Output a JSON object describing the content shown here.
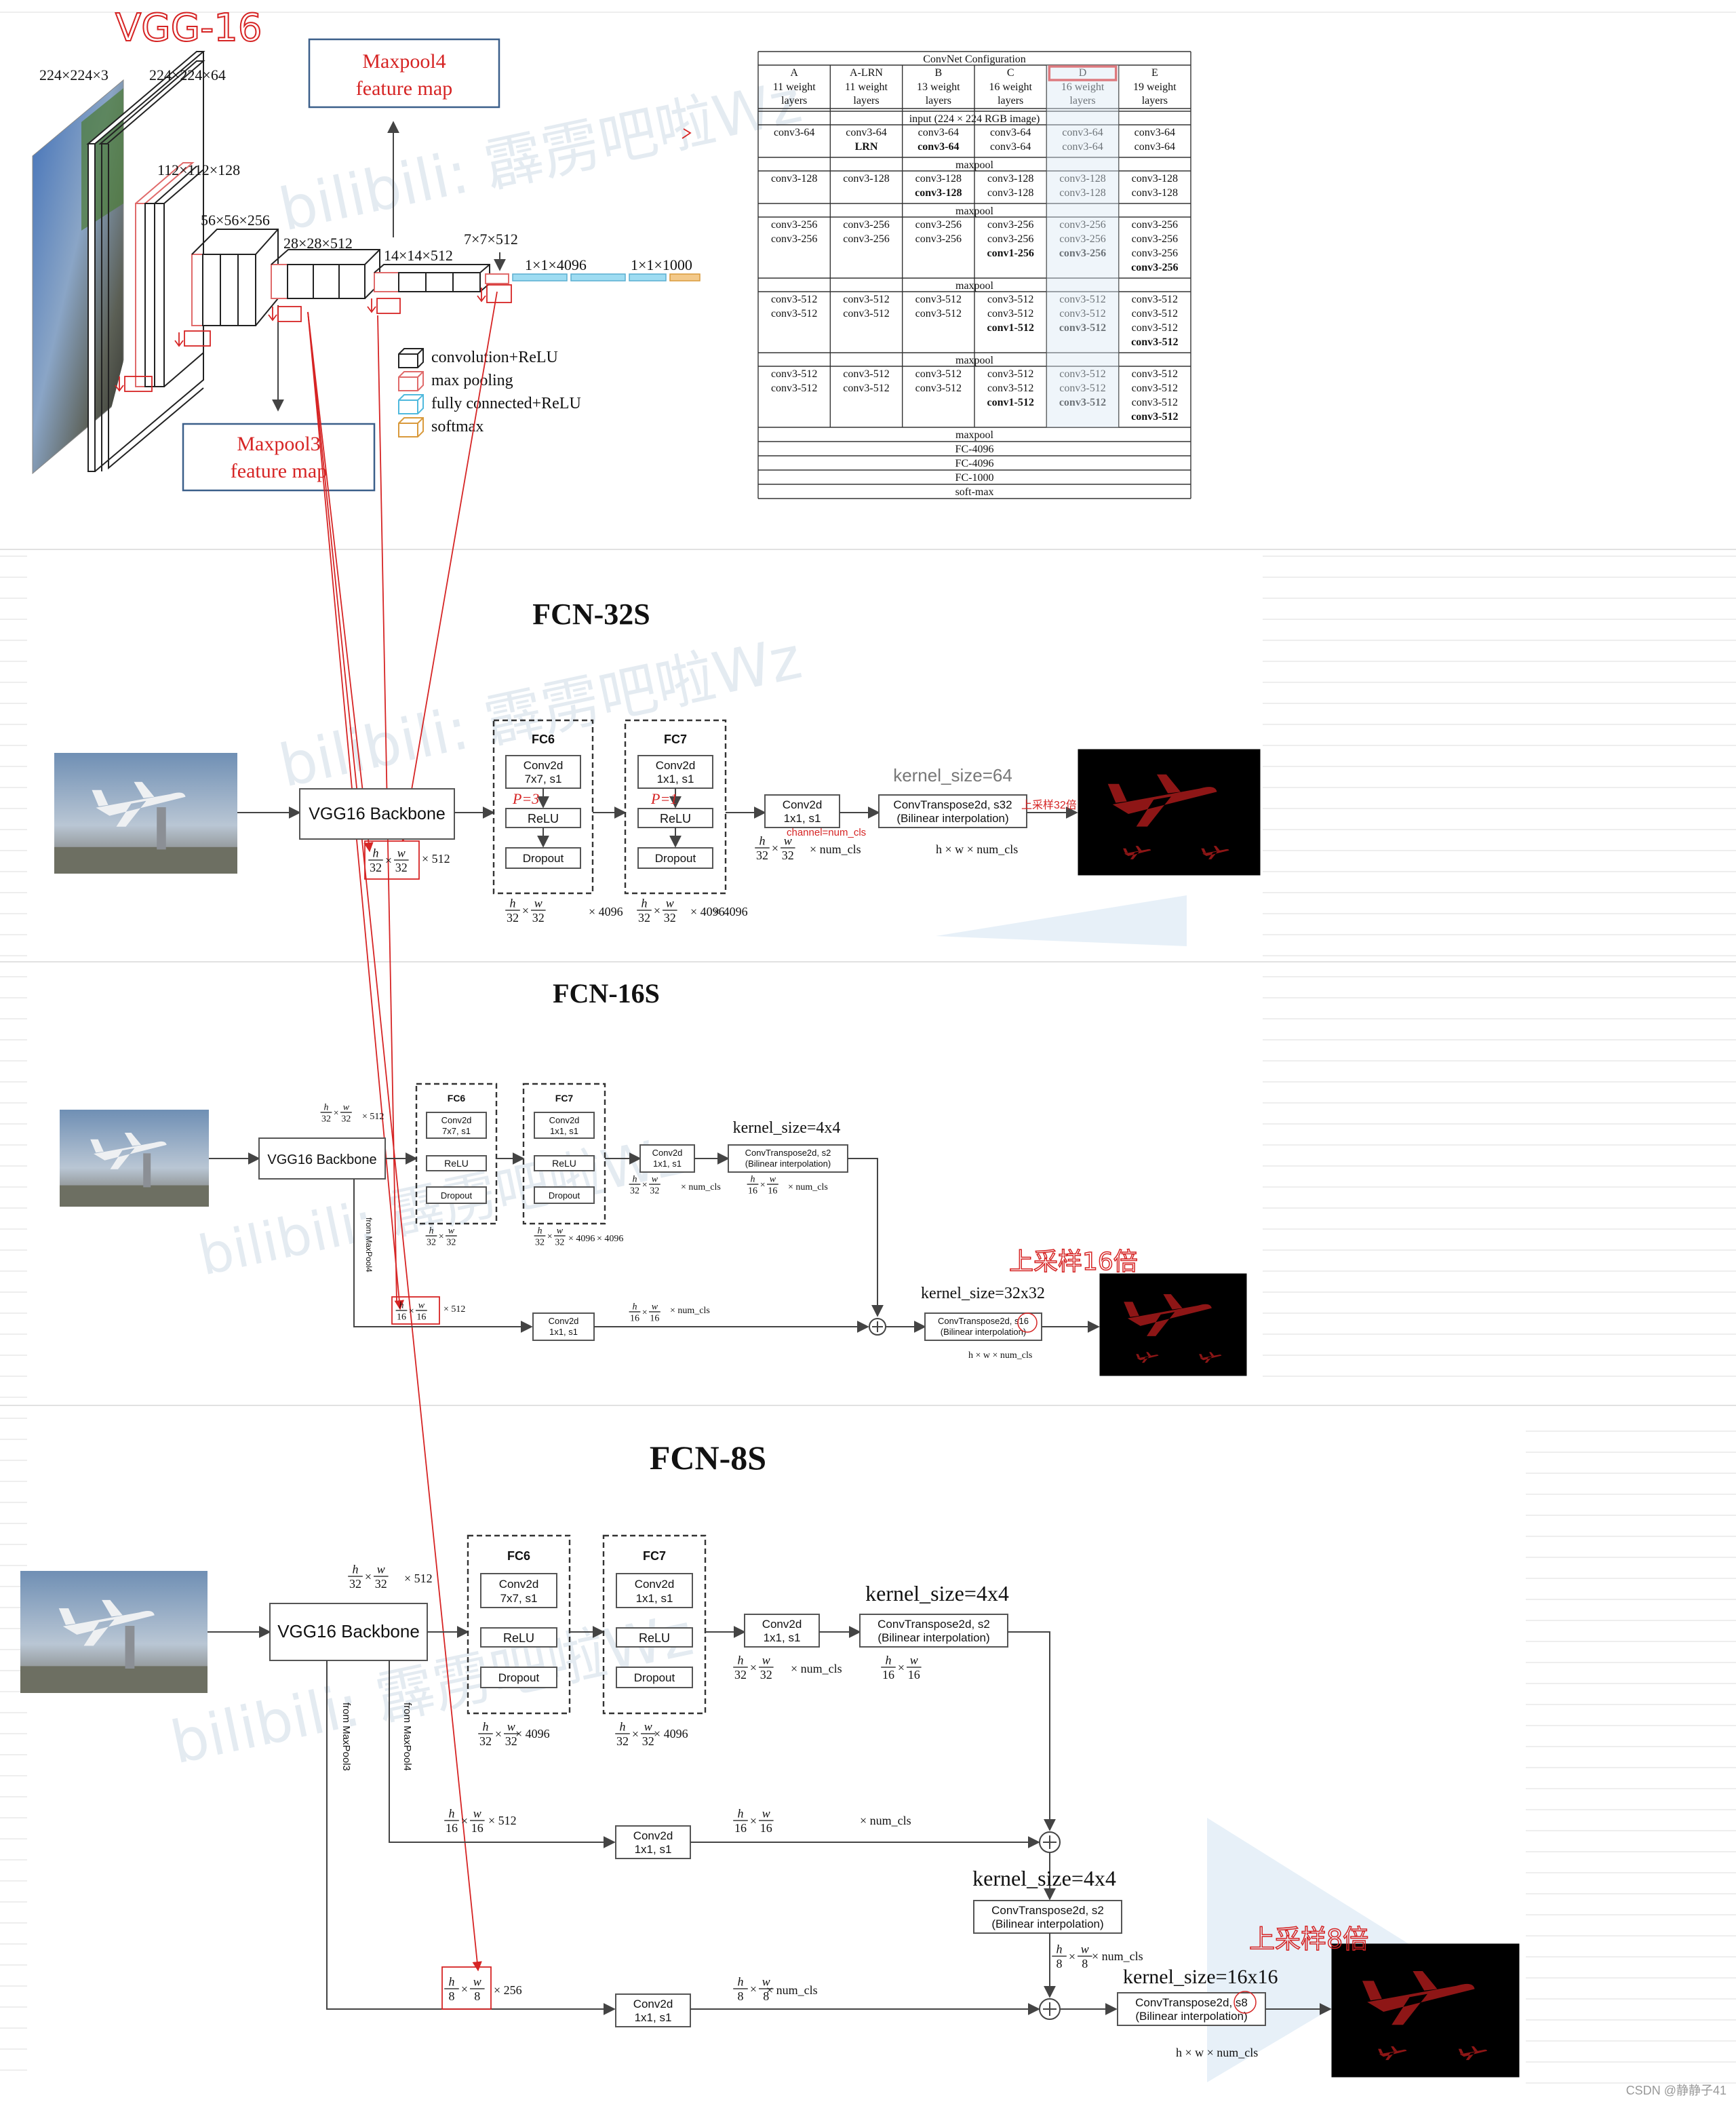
{
  "vgg": {
    "handwritten_title": "VGG-16",
    "dims": [
      "224×224×3",
      "224×224×64",
      "112×112×128",
      "56×56×256",
      "28×28×512",
      "14×14×512",
      "7×7×512",
      "1×1×4096",
      "1×1×1000"
    ],
    "maxpool4_label": [
      "Maxpool4",
      "feature map"
    ],
    "maxpool3_label": [
      "Maxpool3",
      "feature map"
    ],
    "legend": [
      "convolution+ReLU",
      "max pooling",
      "fully connected+ReLU",
      "softmax"
    ]
  },
  "convnet_table": {
    "title": "ConvNet Configuration",
    "columns": [
      {
        "name": "A",
        "desc": [
          "11 weight",
          "layers"
        ]
      },
      {
        "name": "A-LRN",
        "desc": [
          "11 weight",
          "layers"
        ]
      },
      {
        "name": "B",
        "desc": [
          "13 weight",
          "layers"
        ]
      },
      {
        "name": "C",
        "desc": [
          "16 weight",
          "layers"
        ]
      },
      {
        "name": "D",
        "desc": [
          "16 weight",
          "layers"
        ]
      },
      {
        "name": "E",
        "desc": [
          "19 weight",
          "layers"
        ]
      }
    ],
    "input_row": "input (224 × 224 RGB image)",
    "blocks": [
      [
        [
          "conv3-64"
        ],
        [
          "conv3-64",
          "LRN"
        ],
        [
          "conv3-64",
          "conv3-64"
        ],
        [
          "conv3-64",
          "conv3-64"
        ],
        [
          "conv3-64",
          "conv3-64"
        ],
        [
          "conv3-64",
          "conv3-64"
        ]
      ],
      [
        [
          "conv3-128"
        ],
        [
          "conv3-128"
        ],
        [
          "conv3-128",
          "conv3-128"
        ],
        [
          "conv3-128",
          "conv3-128"
        ],
        [
          "conv3-128",
          "conv3-128"
        ],
        [
          "conv3-128",
          "conv3-128"
        ]
      ],
      [
        [
          "conv3-256",
          "conv3-256"
        ],
        [
          "conv3-256",
          "conv3-256"
        ],
        [
          "conv3-256",
          "conv3-256"
        ],
        [
          "conv3-256",
          "conv3-256",
          "conv1-256"
        ],
        [
          "conv3-256",
          "conv3-256",
          "conv3-256"
        ],
        [
          "conv3-256",
          "conv3-256",
          "conv3-256",
          "conv3-256"
        ]
      ],
      [
        [
          "conv3-512",
          "conv3-512"
        ],
        [
          "conv3-512",
          "conv3-512"
        ],
        [
          "conv3-512",
          "conv3-512"
        ],
        [
          "conv3-512",
          "conv3-512",
          "conv1-512"
        ],
        [
          "conv3-512",
          "conv3-512",
          "conv3-512"
        ],
        [
          "conv3-512",
          "conv3-512",
          "conv3-512",
          "conv3-512"
        ]
      ],
      [
        [
          "conv3-512",
          "conv3-512"
        ],
        [
          "conv3-512",
          "conv3-512"
        ],
        [
          "conv3-512",
          "conv3-512"
        ],
        [
          "conv3-512",
          "conv3-512",
          "conv1-512"
        ],
        [
          "conv3-512",
          "conv3-512",
          "conv3-512"
        ],
        [
          "conv3-512",
          "conv3-512",
          "conv3-512",
          "conv3-512"
        ]
      ]
    ],
    "separator": "maxpool",
    "tail": [
      "maxpool",
      "FC-4096",
      "FC-4096",
      "FC-1000",
      "soft-max"
    ]
  },
  "fcn32": {
    "title": "FCN-32S",
    "backbone": "VGG16 Backbone",
    "fc6": {
      "title": "FC6",
      "conv": [
        "Conv2d",
        "7x7, s1"
      ],
      "relu": "ReLU",
      "dropout": "Dropout"
    },
    "fc7": {
      "title": "FC7",
      "conv": [
        "Conv2d",
        "1x1, s1"
      ],
      "relu": "ReLU",
      "dropout": "Dropout"
    },
    "conv": [
      "Conv2d",
      "1x1, s1"
    ],
    "kernel": "kernel_size=64",
    "upsample": [
      "ConvTranspose2d, s32",
      "(Bilinear interpolation)"
    ],
    "note_p3": "P=3",
    "note_p1": "P=1",
    "note_channel": "channel=num_cls",
    "note_up": "上采样32倍",
    "size_backbone": "× 512",
    "size_fc": "× 4096",
    "size_cls": "× num_cls",
    "size_out": "h × w × num_cls"
  },
  "fcn16": {
    "title": "FCN-16S",
    "backbone": "VGG16 Backbone",
    "fc6": {
      "title": "FC6",
      "conv": [
        "Conv2d",
        "7x7, s1"
      ],
      "relu": "ReLU",
      "dropout": "Dropout"
    },
    "fc7": {
      "title": "FC7",
      "conv": [
        "Conv2d",
        "1x1, s1"
      ],
      "relu": "ReLU",
      "dropout": "Dropout"
    },
    "conv": [
      "Conv2d",
      "1x1, s1"
    ],
    "kernel1": "kernel_size=4x4",
    "upsample1": [
      "ConvTranspose2d, s2",
      "(Bilinear interpolation)"
    ],
    "conv_skip": [
      "Conv2d",
      "1x1, s1"
    ],
    "from": "from MaxPool4",
    "kernel2": "kernel_size=32x32",
    "upsample2": [
      "ConvTranspose2d, s16",
      "(Bilinear interpolation)"
    ],
    "note_up": "上采样16倍",
    "size_backbone": "× 512",
    "size_fc": "× 4096",
    "size_cls": "× num_cls",
    "size_skip": "× 512",
    "size_out": "h × w × num_cls"
  },
  "fcn8": {
    "title": "FCN-8S",
    "backbone": "VGG16 Backbone",
    "fc6": {
      "title": "FC6",
      "conv": [
        "Conv2d",
        "7x7, s1"
      ],
      "relu": "ReLU",
      "dropout": "Dropout"
    },
    "fc7": {
      "title": "FC7",
      "conv": [
        "Conv2d",
        "1x1, s1"
      ],
      "relu": "ReLU",
      "dropout": "Dropout"
    },
    "conv": [
      "Conv2d",
      "1x1, s1"
    ],
    "kernel1": "kernel_size=4x4",
    "upsample1": [
      "ConvTranspose2d, s2",
      "(Bilinear interpolation)"
    ],
    "from3": "from MaxPool3",
    "from4": "from MaxPool4",
    "conv_skip4": [
      "Conv2d",
      "1x1, s1"
    ],
    "kernel2": "kernel_size=4x4",
    "upsample2": [
      "ConvTranspose2d, s2",
      "(Bilinear interpolation)"
    ],
    "conv_skip3": [
      "Conv2d",
      "1x1, s1"
    ],
    "kernel3": "kernel_size=16x16",
    "upsample3": [
      "ConvTranspose2d, s8",
      "(Bilinear interpolation)"
    ],
    "note_up": "上采样8倍",
    "size_backbone": "× 512",
    "size_fc": "× 4096",
    "size_cls": "× num_cls",
    "size_skip4": "× 512",
    "size_skip3": "× 256",
    "size_out": "h × w × num_cls"
  },
  "watermark": "bilibili: 霹雳吧啦Wz",
  "footer": "CSDN @静静子41"
}
